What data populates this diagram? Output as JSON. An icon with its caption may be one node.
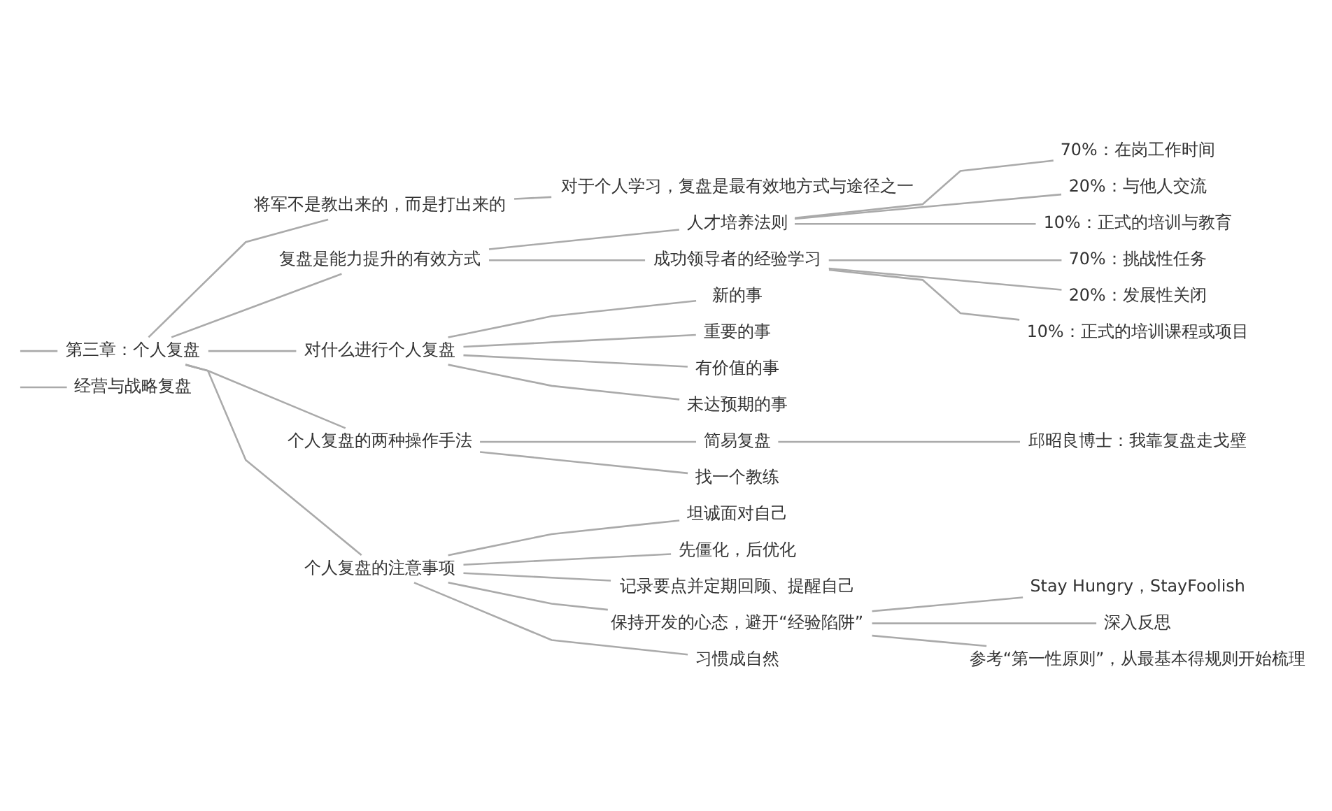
{
  "diagram": {
    "nodes": [
      {
        "text": [
          "经营与战略复盘"
        ]
      },
      {
        "text": [
          "第三章：个人复盘"
        ]
      },
      {
        "text": [
          "将军不是教出来的，而是打出来的"
        ]
      },
      {
        "text": [
          "对于个人学习，复盘是最有效地方式与途径之一"
        ]
      },
      {
        "text": [
          "复盘是能力提升的有效方式"
        ]
      },
      {
        "text": [
          "人才培养法则"
        ]
      },
      {
        "text": [
          "70%：在岗工作时间"
        ]
      },
      {
        "text": [
          "20%：与他人交流"
        ]
      },
      {
        "text": [
          "10%：正式的培训与教育"
        ]
      },
      {
        "text": [
          "成功领导者的经验学习"
        ]
      },
      {
        "text": [
          "70%：挑战性任务"
        ]
      },
      {
        "text": [
          "20%：发展性关闭"
        ]
      },
      {
        "text": [
          "10%：正式的培训课程或项目"
        ]
      },
      {
        "text": [
          "对什么进行个人复盘"
        ]
      },
      {
        "text": [
          "新的事"
        ]
      },
      {
        "text": [
          "重要的事"
        ]
      },
      {
        "text": [
          "有价值的事"
        ]
      },
      {
        "text": [
          "未达预期的事"
        ]
      },
      {
        "text": [
          "个人复盘的两种操作手法"
        ]
      },
      {
        "text": [
          "简易复盘"
        ]
      },
      {
        "text": [
          "邱昭良博士：我靠复盘走戈壁"
        ]
      },
      {
        "text": [
          "找一个教练"
        ]
      },
      {
        "text": [
          "个人复盘的注意事项"
        ]
      },
      {
        "text": [
          "坦诚面对自己"
        ]
      },
      {
        "text": [
          "先僵化，后优化"
        ]
      },
      {
        "text": [
          "记录要点并定期回顾、提醒自己"
        ]
      },
      {
        "text": [
          "保持开发的心态，避开“经验陷阱”"
        ]
      },
      {
        "text": [
          "Stay Hungry，StayFoolish"
        ]
      },
      {
        "text": [
          "深入反思"
        ]
      },
      {
        "text": [
          "参考“第一性原则”，从最基本得规则开始梳理"
        ]
      },
      {
        "text": [
          "习惯成自然"
        ]
      }
    ],
    "edges": [
      {
        "from": null,
        "to": 0,
        "arrow": "none"
      },
      {
        "from": null,
        "to": 1,
        "arrow": "none"
      },
      {
        "from": 1,
        "to": 2,
        "arrow": "none"
      },
      {
        "from": 2,
        "to": 3,
        "arrow": "none"
      },
      {
        "from": 1,
        "to": 4,
        "arrow": "none"
      },
      {
        "from": 4,
        "to": 5,
        "arrow": "none"
      },
      {
        "from": 5,
        "to": 6,
        "arrow": "none"
      },
      {
        "from": 5,
        "to": 7,
        "arrow": "none"
      },
      {
        "from": 5,
        "to": 8,
        "arrow": "none"
      },
      {
        "from": 4,
        "to": 9,
        "arrow": "none"
      },
      {
        "from": 9,
        "to": 10,
        "arrow": "none"
      },
      {
        "from": 9,
        "to": 11,
        "arrow": "none"
      },
      {
        "from": 9,
        "to": 12,
        "arrow": "none"
      },
      {
        "from": 1,
        "to": 13,
        "arrow": "none"
      },
      {
        "from": 13,
        "to": 14,
        "arrow": "none"
      },
      {
        "from": 13,
        "to": 15,
        "arrow": "none"
      },
      {
        "from": 13,
        "to": 16,
        "arrow": "none"
      },
      {
        "from": 13,
        "to": 17,
        "arrow": "none"
      },
      {
        "from": 1,
        "to": 18,
        "arrow": "none"
      },
      {
        "from": 18,
        "to": 19,
        "arrow": "none"
      },
      {
        "from": 19,
        "to": 20,
        "arrow": "none"
      },
      {
        "from": 18,
        "to": 21,
        "arrow": "none"
      },
      {
        "from": 1,
        "to": 22,
        "arrow": "none"
      },
      {
        "from": 22,
        "to": 23,
        "arrow": "none"
      },
      {
        "from": 22,
        "to": 24,
        "arrow": "none"
      },
      {
        "from": 22,
        "to": 25,
        "arrow": "none"
      },
      {
        "from": 22,
        "to": 26,
        "arrow": "none"
      },
      {
        "from": 26,
        "to": 27,
        "arrow": "none"
      },
      {
        "from": 26,
        "to": 28,
        "arrow": "none"
      },
      {
        "from": 26,
        "to": 29,
        "arrow": "none"
      },
      {
        "from": 22,
        "to": 30,
        "arrow": "none"
      }
    ]
  }
}
